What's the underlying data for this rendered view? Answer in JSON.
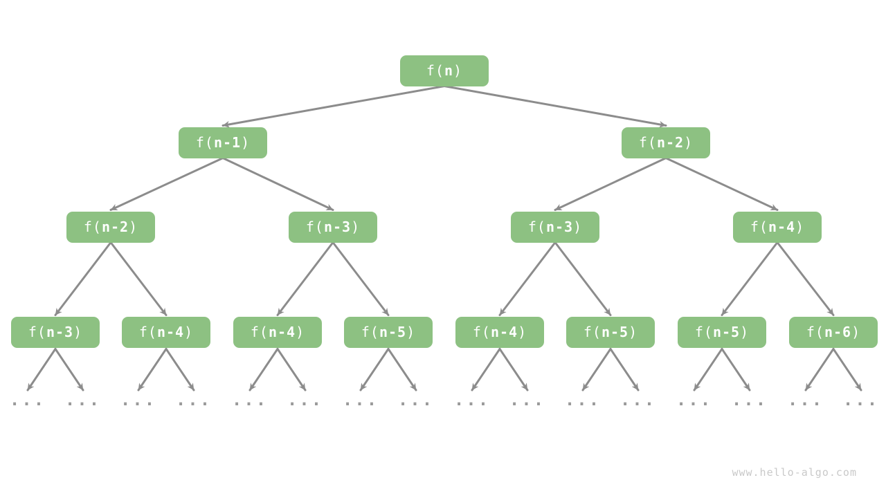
{
  "diagram": {
    "type": "recursion-tree",
    "ellipsis": "...",
    "levels": [
      {
        "nodes": [
          {
            "pre": "f(",
            "arg": "n",
            "post": ")"
          }
        ]
      },
      {
        "nodes": [
          {
            "pre": "f(",
            "arg": "n-1",
            "post": ")"
          },
          {
            "pre": "f(",
            "arg": "n-2",
            "post": ")"
          }
        ]
      },
      {
        "nodes": [
          {
            "pre": "f(",
            "arg": "n-2",
            "post": ")"
          },
          {
            "pre": "f(",
            "arg": "n-3",
            "post": ")"
          },
          {
            "pre": "f(",
            "arg": "n-3",
            "post": ")"
          },
          {
            "pre": "f(",
            "arg": "n-4",
            "post": ")"
          }
        ]
      },
      {
        "nodes": [
          {
            "pre": "f(",
            "arg": "n-3",
            "post": ")"
          },
          {
            "pre": "f(",
            "arg": "n-4",
            "post": ")"
          },
          {
            "pre": "f(",
            "arg": "n-4",
            "post": ")"
          },
          {
            "pre": "f(",
            "arg": "n-5",
            "post": ")"
          },
          {
            "pre": "f(",
            "arg": "n-4",
            "post": ")"
          },
          {
            "pre": "f(",
            "arg": "n-5",
            "post": ")"
          },
          {
            "pre": "f(",
            "arg": "n-5",
            "post": ")"
          },
          {
            "pre": "f(",
            "arg": "n-6",
            "post": ")"
          }
        ]
      }
    ],
    "colors": {
      "background": "#ffffff",
      "node_fill": "#8dc182",
      "node_text": "#ffffff",
      "arrow": "#8c8c8c",
      "ellipsis": "#9a9a9a",
      "watermark": "#c9c9c9"
    }
  },
  "footer": {
    "watermark": "www.hello-algo.com"
  }
}
